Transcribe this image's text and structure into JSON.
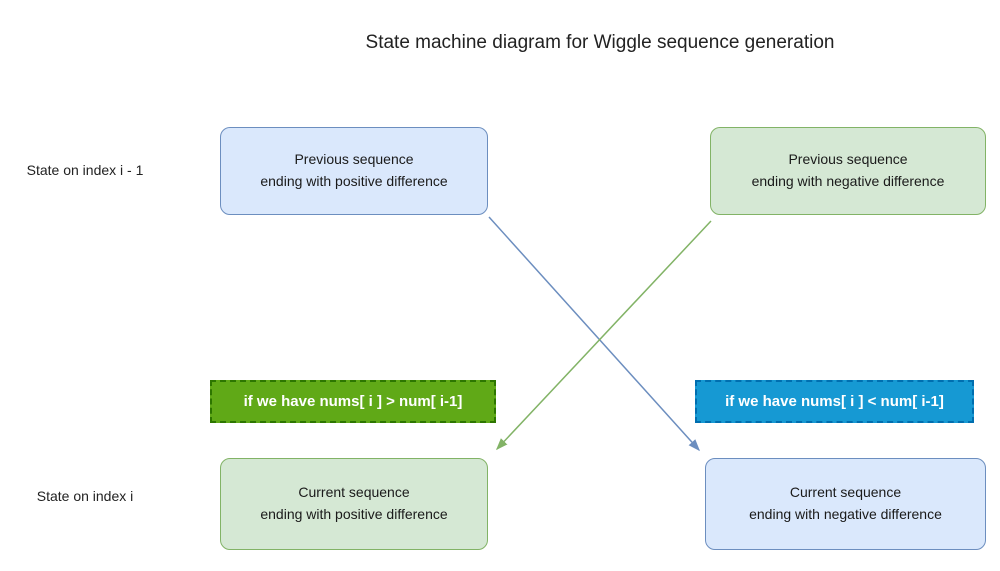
{
  "title": "State machine diagram for Wiggle sequence generation",
  "row_labels": {
    "top": "State on index i - 1",
    "bottom": "State on index i"
  },
  "nodes": {
    "prev_pos": {
      "line1": "Previous sequence",
      "line2": "ending with positive difference"
    },
    "prev_neg": {
      "line1": "Previous sequence",
      "line2": "ending with negative difference"
    },
    "cur_pos": {
      "line1": "Current sequence",
      "line2": "ending with positive difference"
    },
    "cur_neg": {
      "line1": "Current sequence",
      "line2": "ending with negative difference"
    }
  },
  "conditions": {
    "greater": "if we have nums[ i ] > num[ i-1]",
    "less": "if we have nums[ i ] < num[ i-1]"
  },
  "colors": {
    "node_blue_fill": "#dae8fc",
    "node_blue_border": "#6c8ebf",
    "node_green_fill": "#d5e8d4",
    "node_green_border": "#82b366",
    "badge_green_fill": "#60a917",
    "badge_green_border": "#2d7600",
    "badge_blue_fill": "#1699d3",
    "badge_blue_border": "#006eaf",
    "arrow_blue": "#6c8ebf",
    "arrow_green": "#82b366"
  }
}
